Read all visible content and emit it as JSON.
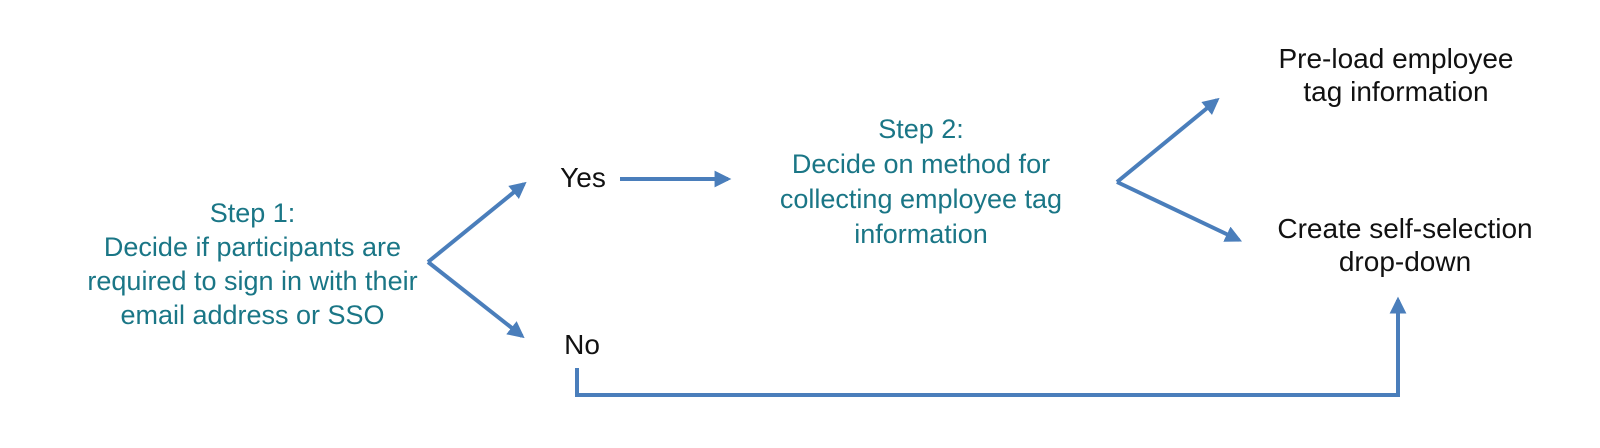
{
  "colors": {
    "step_text": "#1a7686",
    "label_text": "#111111",
    "arrow": "#4a7ebb",
    "background": "#ffffff"
  },
  "nodes": {
    "step1": {
      "lines": [
        "Step 1:",
        "Decide if participants are",
        "required to sign in with their",
        "email address or SSO"
      ]
    },
    "yes": {
      "label": "Yes"
    },
    "no": {
      "label": "No"
    },
    "step2": {
      "lines": [
        "Step 2:",
        "Decide on method for",
        "collecting employee tag",
        "information"
      ]
    },
    "preload": {
      "lines": [
        "Pre-load employee",
        "tag information"
      ]
    },
    "create": {
      "lines": [
        "Create self-selection",
        "drop-down"
      ]
    }
  },
  "connectors": [
    {
      "from": "step1",
      "to": "yes"
    },
    {
      "from": "step1",
      "to": "no"
    },
    {
      "from": "yes",
      "to": "step2"
    },
    {
      "from": "step2",
      "to": "preload"
    },
    {
      "from": "step2",
      "to": "create"
    },
    {
      "from": "no",
      "to": "create"
    }
  ]
}
